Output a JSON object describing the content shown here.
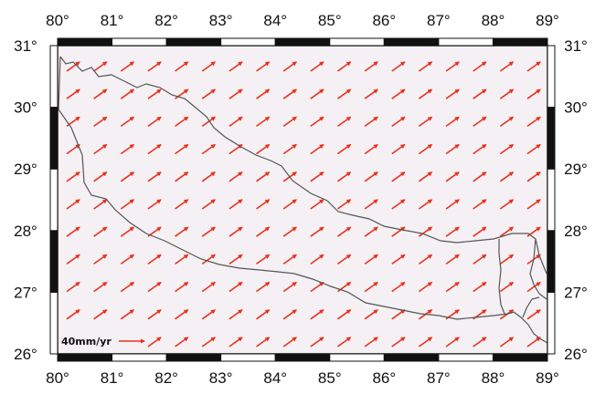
{
  "map": {
    "x_axis": {
      "min": 80,
      "max": 89,
      "labels": [
        "80°",
        "81°",
        "82°",
        "83°",
        "84°",
        "85°",
        "86°",
        "87°",
        "88°",
        "89°"
      ]
    },
    "y_axis": {
      "min": 26,
      "max": 31,
      "labels": [
        "26°",
        "27°",
        "28°",
        "29°",
        "30°",
        "31°"
      ]
    },
    "frame_style": "checkered black-and-white border",
    "background_color": "#f4f0f4",
    "boundary_color": "#555555",
    "vector_field": {
      "color": "#e8321e",
      "direction": "north-east",
      "rows": 11,
      "columns": 18
    },
    "scale": {
      "label": "40mm/yr",
      "arrow_icon": "arrow-right-icon"
    }
  }
}
